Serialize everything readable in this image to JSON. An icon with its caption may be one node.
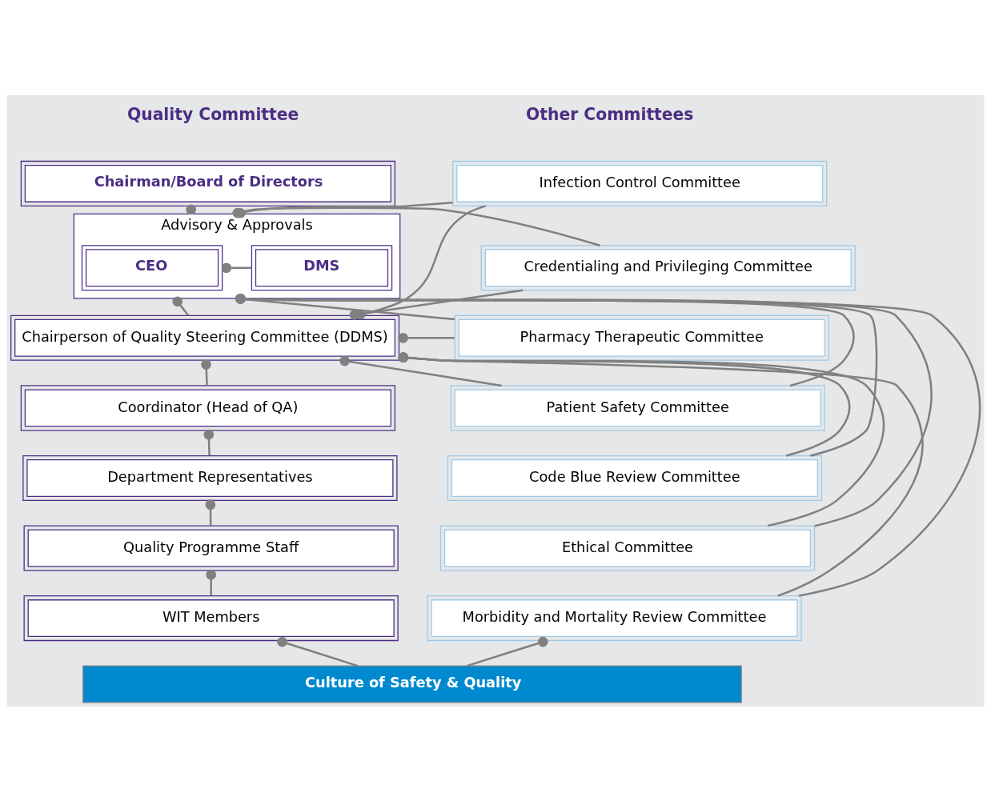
{
  "diagram": {
    "nodes": [
      {
        "text": [
          "Chairman/Board of Directors"
        ]
      },
      {
        "text": [
          "Advisory & Approvals"
        ]
      },
      {
        "text": [
          "CEO"
        ],
        "in": 1
      },
      {
        "text": [
          "DMS"
        ],
        "in": 1
      },
      {
        "text": [
          "Chairperson of Quality Steering Committee (DDMS)"
        ]
      },
      {
        "text": [
          "Coordinator (Head of QA)"
        ]
      },
      {
        "text": [
          "Department Representatives"
        ]
      },
      {
        "text": [
          "Quality Programme Staff"
        ]
      },
      {
        "text": [
          "WIT Members"
        ]
      },
      {
        "text": [
          "Infection Control Committee"
        ]
      },
      {
        "text": [
          "Credentialing and Privileging Committee"
        ]
      },
      {
        "text": [
          "Pharmacy Therapeutic Committee"
        ]
      },
      {
        "text": [
          "Patient Safety Committee"
        ]
      },
      {
        "text": [
          "Code Blue Review Committee"
        ]
      },
      {
        "text": [
          "Ethical Committee"
        ]
      },
      {
        "text": [
          "Morbidity and Mortality Review Committee"
        ]
      },
      {
        "text": [
          "Culture of Safety & Quality"
        ]
      }
    ],
    "edges": [
      {
        "from": 0,
        "to": 1,
        "arrow": "other"
      },
      {
        "from": 2,
        "to": 3,
        "arrow": "other"
      },
      {
        "from": 1,
        "to": 4,
        "arrow": "other"
      },
      {
        "from": 4,
        "to": 5,
        "arrow": "other"
      },
      {
        "from": 5,
        "to": 6,
        "arrow": "other"
      },
      {
        "from": 6,
        "to": 7,
        "arrow": "other"
      },
      {
        "from": 7,
        "to": 8,
        "arrow": "other"
      },
      {
        "from": 8,
        "to": 16,
        "arrow": "other"
      },
      {
        "from": 15,
        "to": 16,
        "arrow": "other"
      },
      {
        "from": 1,
        "to": 9,
        "arrow": "other"
      },
      {
        "from": 1,
        "to": 10,
        "arrow": "other"
      },
      {
        "from": 1,
        "to": 11,
        "arrow": "other"
      },
      {
        "from": 1,
        "to": 12,
        "arrow": "other"
      },
      {
        "from": 1,
        "to": 13,
        "arrow": "other"
      },
      {
        "from": 1,
        "to": 14,
        "arrow": "other"
      },
      {
        "from": 1,
        "to": 15,
        "arrow": "other"
      },
      {
        "from": 4,
        "to": 9,
        "arrow": "other"
      },
      {
        "from": 4,
        "to": 10,
        "arrow": "other"
      },
      {
        "from": 4,
        "to": 11,
        "arrow": "other"
      },
      {
        "from": 4,
        "to": 12,
        "arrow": "other"
      },
      {
        "from": 4,
        "to": 13,
        "arrow": "other"
      },
      {
        "from": 4,
        "to": 14,
        "arrow": "other"
      },
      {
        "from": 4,
        "to": 15,
        "arrow": "other"
      }
    ],
    "labels": [
      "Quality Committee",
      "Other Committees"
    ]
  }
}
